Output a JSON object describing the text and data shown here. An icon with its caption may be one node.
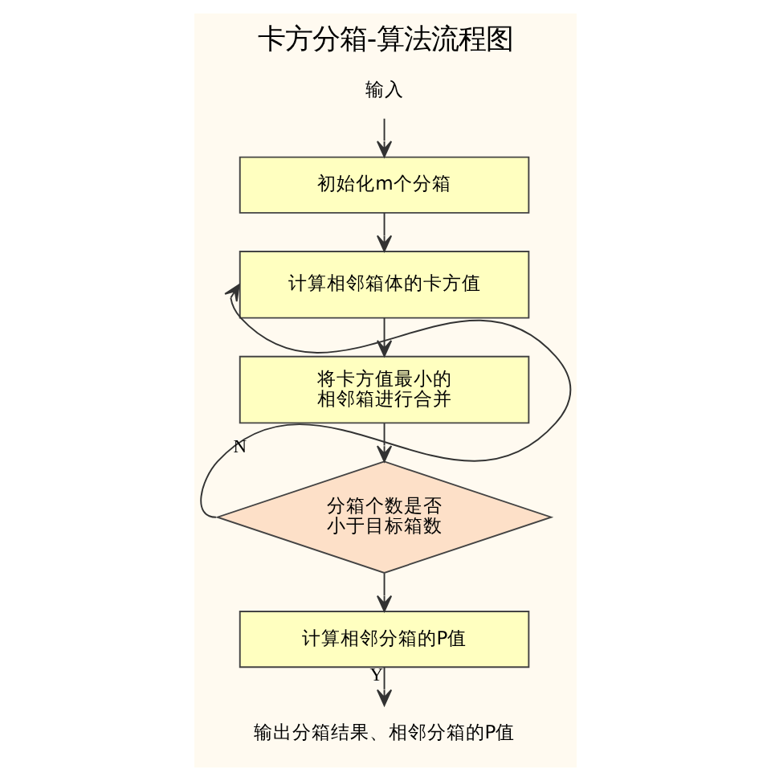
{
  "diagram": {
    "title": "卡方分箱-算法流程图",
    "nodes": [
      {
        "text": [
          "输入"
        ]
      },
      {
        "text": [
          "初始化m个分箱"
        ]
      },
      {
        "text": [
          "计算相邻箱体的卡方值"
        ]
      },
      {
        "text": [
          "将卡方值最小的相邻箱进行合并"
        ]
      },
      {
        "text": [
          "分箱个数是否小于目标箱数"
        ]
      },
      {
        "text": [
          "计算相邻分箱的P值"
        ]
      },
      {
        "text": [
          "输出分箱结果、相邻分箱的P值"
        ]
      }
    ],
    "edges": [
      {
        "from": 0,
        "to": 1,
        "arrow": "to"
      },
      {
        "from": 1,
        "to": 2,
        "arrow": "to"
      },
      {
        "from": 2,
        "to": 3,
        "arrow": "to"
      },
      {
        "from": 3,
        "to": 4,
        "arrow": "to"
      },
      {
        "from": 4,
        "to": 2,
        "arrow": "to",
        "label": "N"
      },
      {
        "from": 4,
        "to": 5,
        "arrow": "to"
      },
      {
        "from": 5,
        "to": 6,
        "arrow": "to",
        "label": "Y"
      }
    ]
  }
}
